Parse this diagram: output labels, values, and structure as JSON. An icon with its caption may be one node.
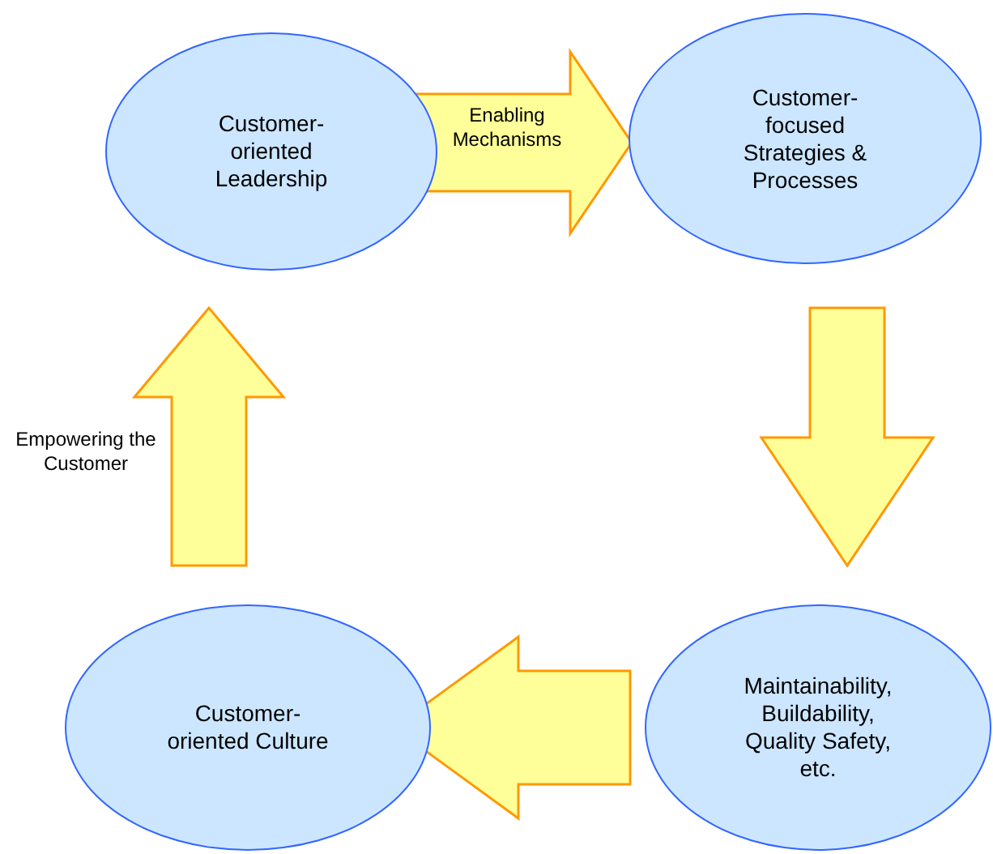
{
  "diagram": {
    "nodes": [
      {
        "text": [
          "Customer-oriented Leadership"
        ]
      },
      {
        "text": [
          "Customer-focused Strategies & Processes"
        ]
      },
      {
        "text": [
          "Maintainability, Buildability, Quality Safety, etc."
        ]
      },
      {
        "text": [
          "Customer-oriented Culture"
        ]
      }
    ],
    "edges": [
      {
        "from": 0,
        "to": 1,
        "arrow": "to",
        "label": "Enabling Mechanisms"
      },
      {
        "from": 1,
        "to": 2,
        "arrow": "to"
      },
      {
        "from": 2,
        "to": 3,
        "arrow": "to"
      },
      {
        "from": 3,
        "to": 0,
        "arrow": "to",
        "label": "Empowering the Customer"
      }
    ]
  }
}
